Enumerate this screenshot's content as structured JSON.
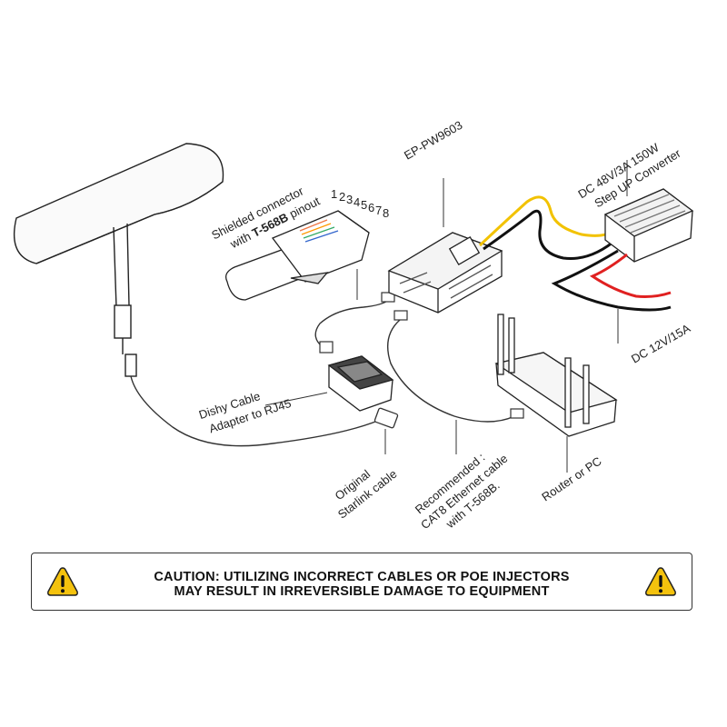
{
  "labels": {
    "shielded_connector_line1": "Shielded connector",
    "shielded_connector_line2_prefix": "with ",
    "shielded_connector_line2_bold": "T-568B",
    "shielded_connector_line2_suffix": " pinout",
    "pin_numbers": [
      "1",
      "2",
      "3",
      "4",
      "5",
      "6",
      "7",
      "8"
    ],
    "device_name": "EP-PW9603",
    "converter_line1": "DC 48V/3A 150W",
    "converter_line2": "Step UP Converter",
    "dc_input": "DC 12V/15A",
    "adapter_line1": "Dishy Cable",
    "adapter_line2": "Adapter to RJ45",
    "starlink_line1": "Original",
    "starlink_line2": "Starlink cable",
    "recommended_line1": "Recommended :",
    "recommended_line2": "CAT8 Ethernet cable",
    "recommended_line3": "with T-568B.",
    "router": "Router or PC"
  },
  "caution": {
    "line1": "CAUTION: UTILIZING INCORRECT CABLES OR POE INJECTORS",
    "line2": "MAY RESULT IN IRREVERSIBLE DAMAGE TO EQUIPMENT",
    "icon_left": "warning-triangle-icon",
    "icon_right": "warning-triangle-icon"
  },
  "colors": {
    "wire_yellow": "#f2c200",
    "wire_red": "#e02020",
    "wire_black": "#111111",
    "warning_fill": "#f4c20d"
  }
}
